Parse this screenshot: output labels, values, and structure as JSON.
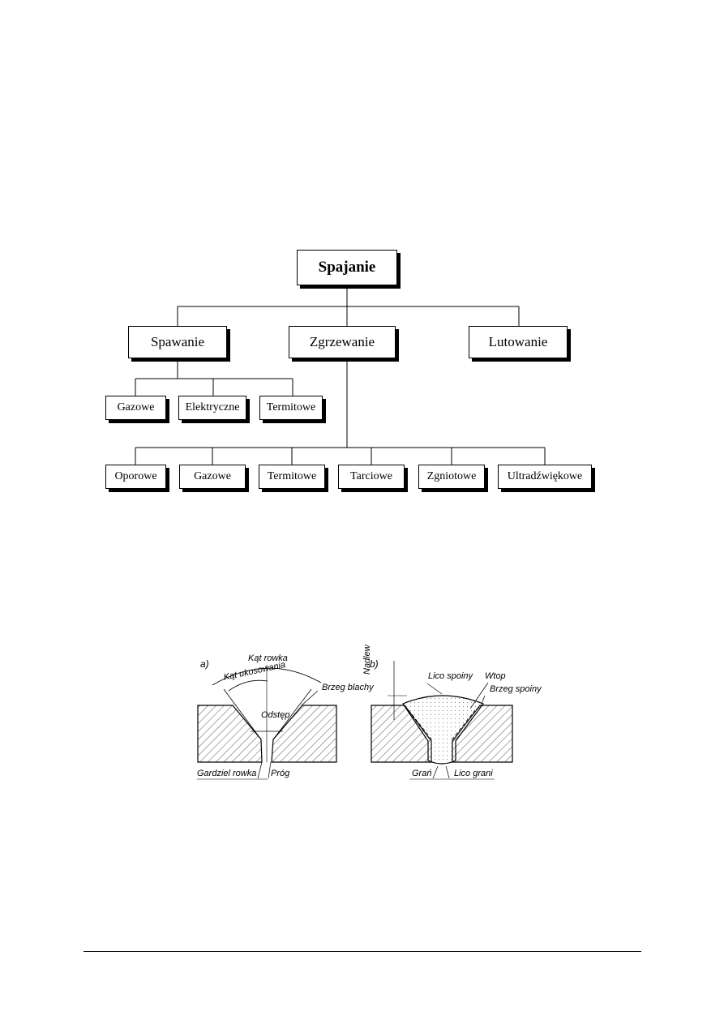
{
  "tree": {
    "root": "Spajanie",
    "level1": {
      "spawanie": "Spawanie",
      "zgrzewanie": "Zgrzewanie",
      "lutowanie": "Lutowanie"
    },
    "spawanie_children": [
      "Gazowe",
      "Elektryczne",
      "Termitowe"
    ],
    "zgrzewanie_children": [
      "Oporowe",
      "Gazowe",
      "Termitowe",
      "Tarciowe",
      "Zgniotowe",
      "Ultradźwiękowe"
    ]
  },
  "weld": {
    "panel_a": {
      "letter": "a)",
      "labels": {
        "kat_rowka": "Kąt rowka",
        "kat_ukosowania": "Kąt ukosowania",
        "brzeg_blachy": "Brzeg blachy",
        "odstep": "Odstęp",
        "gardziel": "Gardziel rowka",
        "prog": "Próg"
      }
    },
    "panel_b": {
      "letter": "b)",
      "labels": {
        "nadlew": "Nadlew",
        "lico_spoiny": "Lico spoiny",
        "wtop": "Wtop",
        "brzeg_spoiny": "Brzeg spoiny",
        "gran": "Grań",
        "lico_grani": "Lico grani"
      }
    }
  }
}
